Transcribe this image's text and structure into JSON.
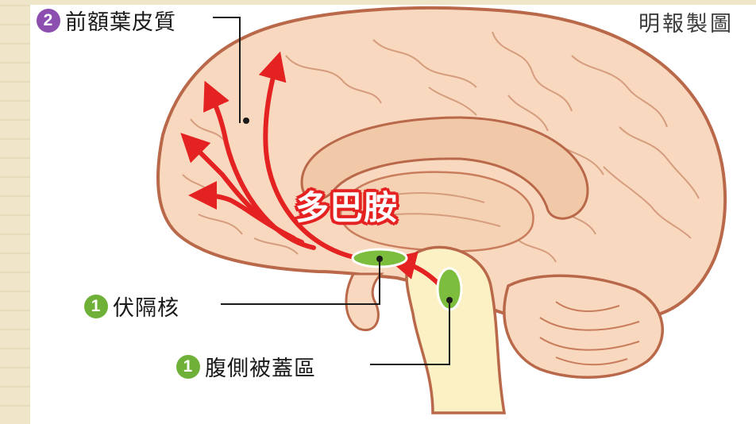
{
  "credit": "明報製圖",
  "labels": {
    "prefrontal": {
      "num": "2",
      "text": "前額葉皮質"
    },
    "nucleus_accumbens": {
      "num": "1",
      "text": "伏隔核"
    },
    "vta": {
      "num": "1",
      "text": "腹側被蓋區"
    }
  },
  "dopamine_label": "多巴胺",
  "colors": {
    "brain_fill": "#f8d9bf",
    "brain_outline": "#b9684a",
    "pathway_red": "#e52222",
    "region_green": "#7cbd3d",
    "brainstem_fill": "#fcf1c4",
    "step2_purple": "#8c4fb0",
    "step1_green": "#6fb138"
  }
}
